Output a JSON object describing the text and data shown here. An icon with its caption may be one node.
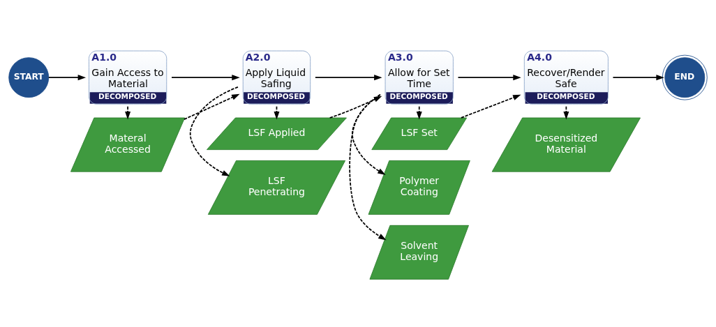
{
  "diagram": {
    "nodes": [
      {
        "text": [
          "START"
        ]
      },
      {
        "text": [
          "A1.0",
          "Gain Access to Material",
          "DECOMPOSED"
        ]
      },
      {
        "text": [
          "A2.0",
          "Apply Liquid Safing",
          "DECOMPOSED"
        ]
      },
      {
        "text": [
          "A3.0",
          "Allow for Set Time",
          "DECOMPOSED"
        ]
      },
      {
        "text": [
          "A4.0",
          "Recover/Render Safe",
          "DECOMPOSED"
        ]
      },
      {
        "text": [
          "END"
        ]
      },
      {
        "text": [
          "Materal Accessed"
        ]
      },
      {
        "text": [
          "LSF Applied"
        ]
      },
      {
        "text": [
          "LSF Set"
        ]
      },
      {
        "text": [
          "Desensitized Material"
        ]
      },
      {
        "text": [
          "Polymer Coating"
        ]
      },
      {
        "text": [
          "Solvent Leaving"
        ]
      },
      {
        "text": [
          "LSF Penetrating"
        ]
      }
    ],
    "edges": [
      {
        "from": 0,
        "to": 1,
        "arrow": "to"
      },
      {
        "from": 1,
        "to": 2,
        "arrow": "to"
      },
      {
        "from": 2,
        "to": 3,
        "arrow": "to"
      },
      {
        "from": 3,
        "to": 4,
        "arrow": "to"
      },
      {
        "from": 4,
        "to": 5,
        "arrow": "to"
      },
      {
        "from": 1,
        "to": 6,
        "arrow": "to",
        "style": "dashed"
      },
      {
        "from": 6,
        "to": 2,
        "arrow": "to",
        "style": "dashed"
      },
      {
        "from": 2,
        "to": 7,
        "arrow": "to",
        "style": "dashed"
      },
      {
        "from": 7,
        "to": 3,
        "arrow": "to",
        "style": "dashed"
      },
      {
        "from": 3,
        "to": 8,
        "arrow": "to",
        "style": "dashed"
      },
      {
        "from": 8,
        "to": 4,
        "arrow": "to",
        "style": "dashed"
      },
      {
        "from": 4,
        "to": 9,
        "arrow": "to",
        "style": "dashed"
      },
      {
        "from": 3,
        "to": 10,
        "arrow": "to",
        "style": "dashed"
      },
      {
        "from": 3,
        "to": 11,
        "arrow": "to",
        "style": "dashed"
      },
      {
        "from": 2,
        "to": 12,
        "arrow": "to",
        "style": "dashed"
      }
    ]
  }
}
